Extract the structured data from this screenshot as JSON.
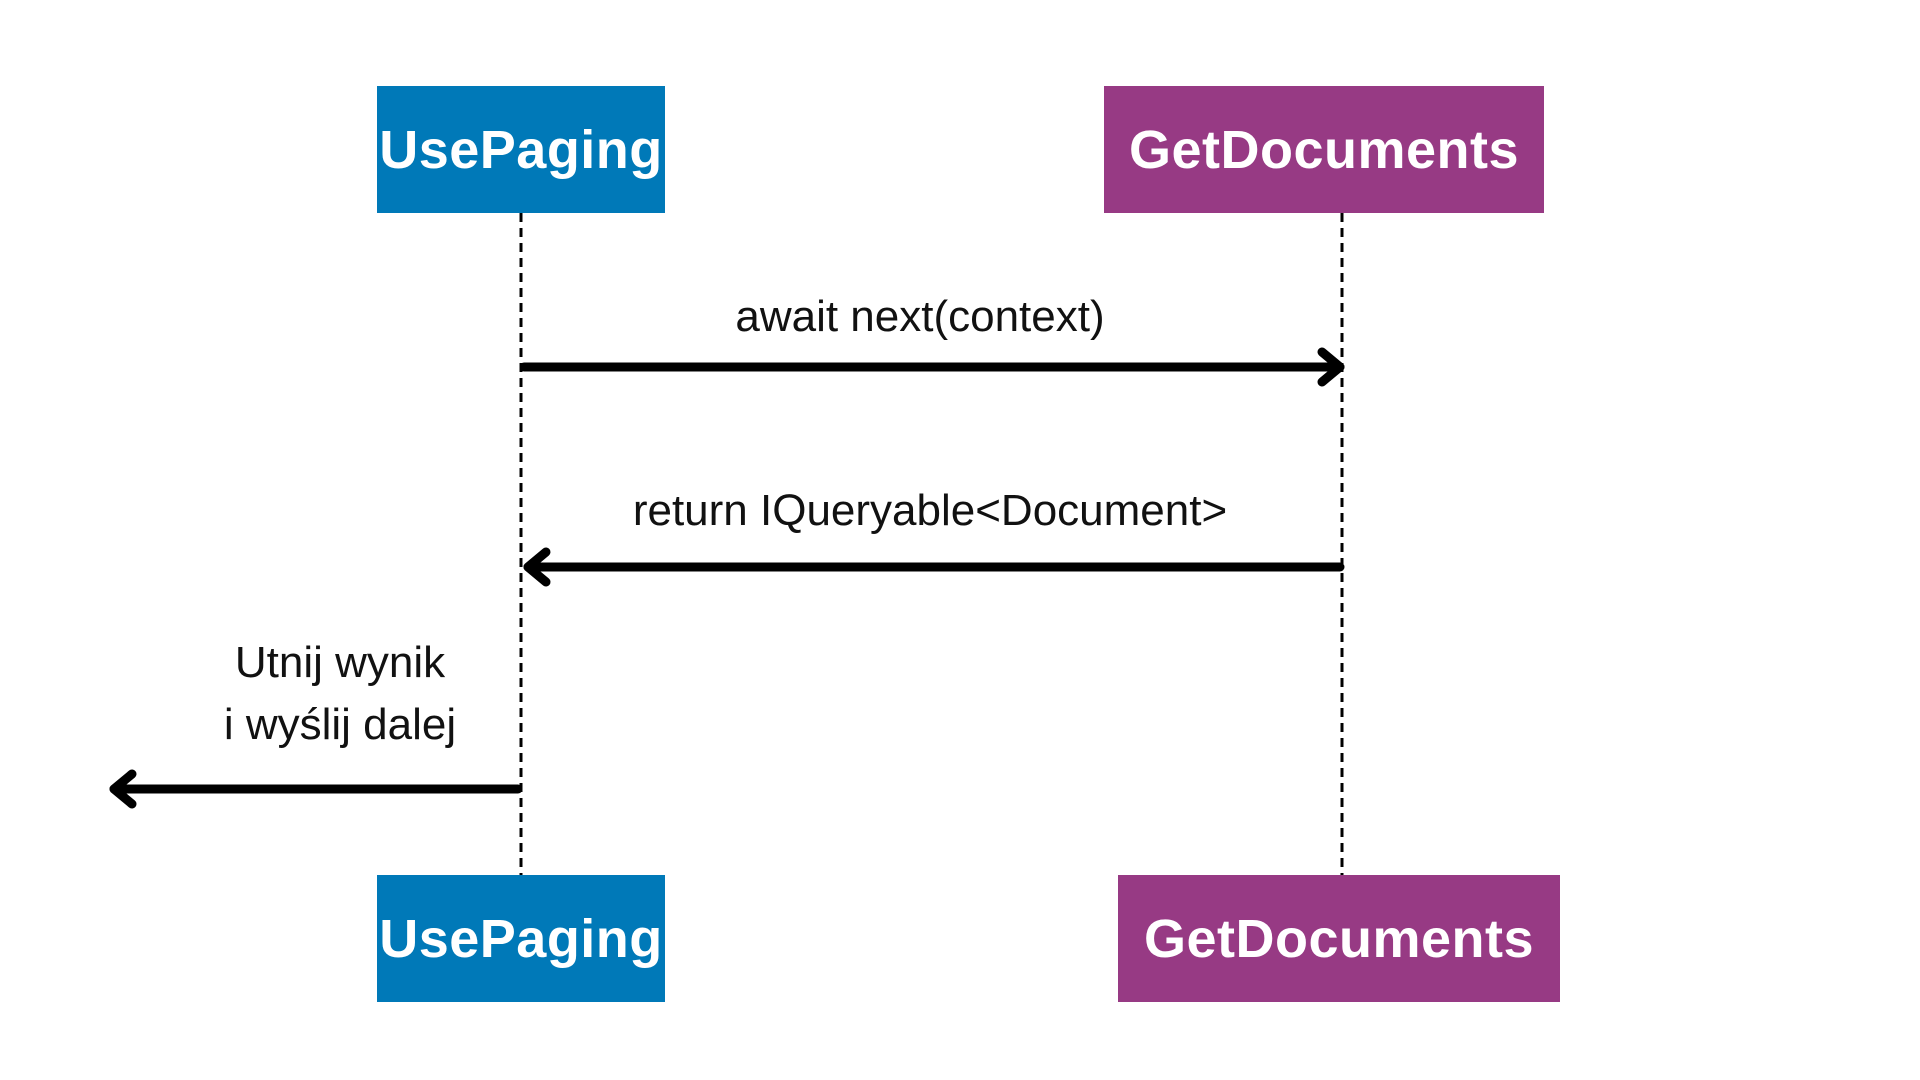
{
  "colors": {
    "usepaging": "#0079b8",
    "getdocuments": "#973a84",
    "line": "#000000"
  },
  "actors": {
    "usepaging_top": "UsePaging",
    "getdocuments_top": "GetDocuments",
    "usepaging_bottom": "UsePaging",
    "getdocuments_bottom": "GetDocuments"
  },
  "messages": [
    {
      "label": "await next(context)",
      "from": "UsePaging",
      "to": "GetDocuments"
    },
    {
      "label": "return IQueryable<Document>",
      "from": "GetDocuments",
      "to": "UsePaging"
    },
    {
      "label_line1": "Utnij wynik",
      "label_line2": "i wyślij dalej",
      "from": "UsePaging",
      "to": ""
    }
  ]
}
